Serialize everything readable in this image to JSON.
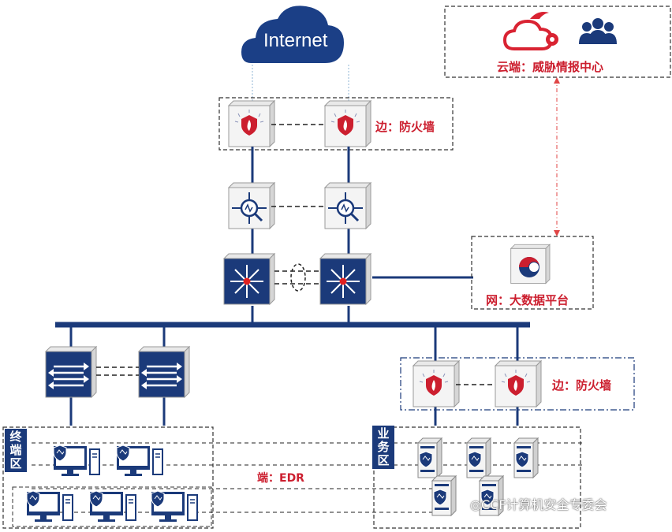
{
  "cloud": {
    "label": "Internet"
  },
  "labels": {
    "edge_firewall_top": "边：防火墙",
    "edge_firewall_right": "边：防火墙",
    "cloud_intel": "云端：威胁情报中心",
    "big_data": "网：大数据平台",
    "edr": "端：EDR"
  },
  "zones": {
    "terminal": "终端区",
    "business": "业务区"
  },
  "watermark": "CCF计算机安全专委会",
  "colors": {
    "navy": "#1b3a7a",
    "red_label": "#cc1f2f",
    "cloud_blue": "#1b3f86",
    "cloud_red": "#d92332"
  },
  "icons": [
    "cloud-icon",
    "firewall-icon",
    "probe-icon",
    "core-switch-icon",
    "access-switch-icon",
    "big-data-icon",
    "users-icon",
    "desktop-shield-icon",
    "server-shield-icon"
  ]
}
